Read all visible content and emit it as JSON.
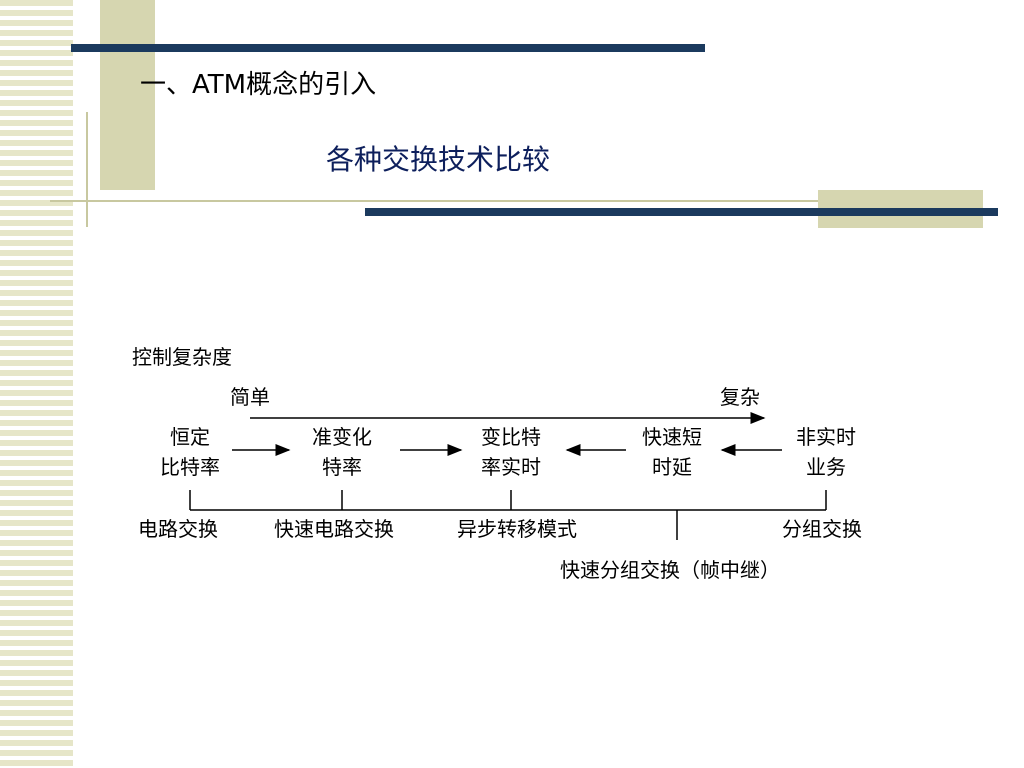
{
  "slide": {
    "heading": "一、ATM概念的引入",
    "subtitle": "各种交换技术比较"
  },
  "diagram": {
    "axis_label": "控制复杂度",
    "scale_low": "简单",
    "scale_high": "复杂",
    "nodes": [
      {
        "line1": "恒定",
        "line2": "比特率"
      },
      {
        "line1": "准变化",
        "line2": "特率"
      },
      {
        "line1": "变比特",
        "line2": "率实时"
      },
      {
        "line1": "快速短",
        "line2": "时延"
      },
      {
        "line1": "非实时",
        "line2": "业务"
      }
    ],
    "technologies": [
      "电路交换",
      "快速电路交换",
      "异步转移模式",
      "快速分组交换（帧中继）",
      "分组交换"
    ]
  }
}
